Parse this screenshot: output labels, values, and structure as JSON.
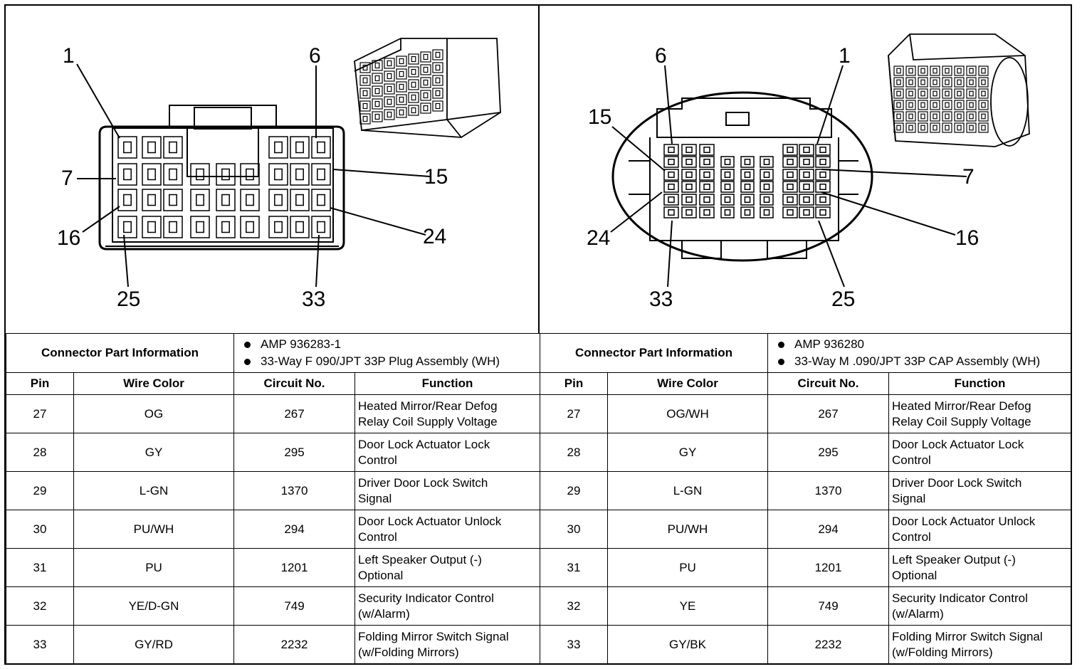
{
  "left": {
    "callouts": {
      "p1": "1",
      "p6": "6",
      "p7": "7",
      "p15": "15",
      "p16": "16",
      "p24": "24",
      "p25": "25",
      "p33": "33"
    },
    "connector_info_label": "Connector Part Information",
    "part_info": [
      "AMP 936283-1",
      "33-Way F 090/JPT 33P Plug Assembly (WH)"
    ],
    "headers": [
      "Pin",
      "Wire Color",
      "Circuit No.",
      "Function"
    ],
    "rows": [
      {
        "pin": "27",
        "wire": "OG",
        "circuit": "267",
        "func1": "Heated Mirror/Rear Defog",
        "func2": "Relay Coil Supply Voltage"
      },
      {
        "pin": "28",
        "wire": "GY",
        "circuit": "295",
        "func1": "Door Lock Actuator Lock",
        "func2": "Control"
      },
      {
        "pin": "29",
        "wire": "L-GN",
        "circuit": "1370",
        "func1": "Driver Door Lock Switch",
        "func2": "Signal"
      },
      {
        "pin": "30",
        "wire": "PU/WH",
        "circuit": "294",
        "func1": "Door Lock Actuator Unlock",
        "func2": "Control"
      },
      {
        "pin": "31",
        "wire": "PU",
        "circuit": "1201",
        "func1": "Left Speaker Output (-)",
        "func2": "Optional"
      },
      {
        "pin": "32",
        "wire": "YE/D-GN",
        "circuit": "749",
        "func1": "Security Indicator Control",
        "func2": "(w/Alarm)"
      },
      {
        "pin": "33",
        "wire": "GY/RD",
        "circuit": "2232",
        "func1": "Folding Mirror Switch Signal",
        "func2": "(w/Folding Mirrors)"
      }
    ]
  },
  "right": {
    "callouts": {
      "p1": "1",
      "p6": "6",
      "p7": "7",
      "p15": "15",
      "p16": "16",
      "p24": "24",
      "p25": "25",
      "p33": "33"
    },
    "connector_info_label": "Connector Part Information",
    "part_info": [
      "AMP 936280",
      "33-Way M .090/JPT 33P CAP Assembly (WH)"
    ],
    "headers": [
      "Pin",
      "Wire Color",
      "Circuit No.",
      "Function"
    ],
    "rows": [
      {
        "pin": "27",
        "wire": "OG/WH",
        "circuit": "267",
        "func1": "Heated Mirror/Rear Defog",
        "func2": "Relay Coil Supply Voltage"
      },
      {
        "pin": "28",
        "wire": "GY",
        "circuit": "295",
        "func1": "Door Lock Actuator Lock",
        "func2": "Control"
      },
      {
        "pin": "29",
        "wire": "L-GN",
        "circuit": "1370",
        "func1": "Driver Door Lock Switch",
        "func2": "Signal"
      },
      {
        "pin": "30",
        "wire": "PU/WH",
        "circuit": "294",
        "func1": "Door Lock Actuator Unlock",
        "func2": "Control"
      },
      {
        "pin": "31",
        "wire": "PU",
        "circuit": "1201",
        "func1": "Left Speaker Output (-)",
        "func2": "Optional"
      },
      {
        "pin": "32",
        "wire": "YE",
        "circuit": "749",
        "func1": "Security Indicator Control",
        "func2": "(w/Alarm)"
      },
      {
        "pin": "33",
        "wire": "GY/BK",
        "circuit": "2232",
        "func1": "Folding Mirror Switch Signal",
        "func2": "(w/Folding Mirrors)"
      }
    ]
  }
}
